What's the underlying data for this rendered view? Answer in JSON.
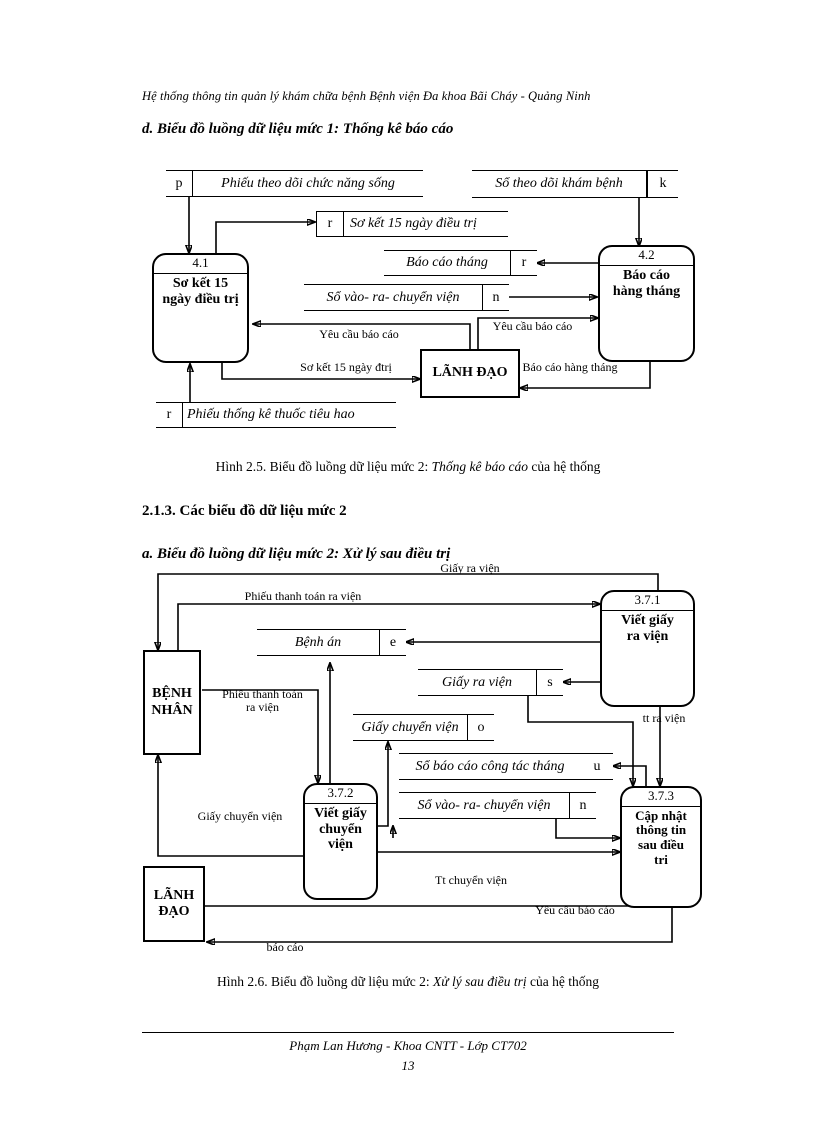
{
  "running_head": "Hệ thống thông tin quản lý khám chữa bệnh Bệnh viện Đa khoa Bãi Cháy - Quảng Ninh",
  "headings": {
    "d_section": "d. Biểu đồ luồng dữ liệu mức 1: Thống kê báo cáo",
    "section_213": "2.1.3. Các biểu đồ dữ liệu mức 2",
    "a_section": "a. Biểu đồ luồng dữ liệu mức 2: Xử lý sau điều trị"
  },
  "captions": {
    "fig25_pre": "Hình 2.5. Biểu đồ luồng dữ liệu mức 2: ",
    "fig25_italic": "Thống kê báo cáo",
    "fig25_post": " của hệ thống",
    "fig26_pre": "Hình 2.6. Biểu đồ luồng dữ liệu mức 2: ",
    "fig26_italic": "Xử lý sau điều trị",
    "fig26_post": " của hệ thống"
  },
  "footer": {
    "author_line": "Phạm Lan Hương - Khoa CNTT - Lớp CT702",
    "page_number": "13"
  },
  "diagram1": {
    "title": "Biểu đồ luồng dữ liệu mức 1: Thống kê báo cáo",
    "processes": [
      {
        "id": "4.1",
        "name": "Sơ kết 15\nngày điều trị"
      },
      {
        "id": "4.2",
        "name": "Báo cáo\nhàng tháng"
      }
    ],
    "entities": [
      {
        "name": "LÃNH ĐẠO"
      }
    ],
    "stores": [
      {
        "tag": "p",
        "label": "Phiếu theo dõi chức năng sống",
        "tag_side": "left"
      },
      {
        "tag": "k",
        "label": "Sổ theo dõi khám bệnh",
        "tag_side": "right"
      },
      {
        "tag": "r",
        "label": "Sơ kết 15 ngày điều trị",
        "tag_side": "left"
      },
      {
        "tag": "r",
        "label": "Báo cáo tháng",
        "tag_side": "right"
      },
      {
        "tag": "n",
        "label": "Sổ vào- ra- chuyển viện",
        "tag_side": "right"
      },
      {
        "tag": "r",
        "label": "Phiếu thống kê thuốc tiêu hao",
        "tag_side": "left"
      }
    ],
    "flows": [
      {
        "label": "Yêu cầu báo cáo"
      },
      {
        "label": "Yêu cầu báo cáo"
      },
      {
        "label": "Sơ kết 15 ngày đtrị"
      },
      {
        "label": "Báo cáo hàng tháng"
      }
    ]
  },
  "diagram2": {
    "title": "Biểu đồ luồng dữ liệu mức 2: Xử lý sau điều trị",
    "processes": [
      {
        "id": "3.7.1",
        "name": "Viết giấy\nra viện"
      },
      {
        "id": "3.7.2",
        "name": "Viết giấy\nchuyển\nviện"
      },
      {
        "id": "3.7.3",
        "name": "Cập nhật\nthông tin\nsau điều\ntri"
      }
    ],
    "entities": [
      {
        "name": "BỆNH\nNHÂN"
      },
      {
        "name": "LÃNH\nĐẠO"
      }
    ],
    "stores": [
      {
        "tag": "e",
        "label": "Bệnh án",
        "tag_side": "right"
      },
      {
        "tag": "s",
        "label": "Giấy ra  viện",
        "tag_side": "right"
      },
      {
        "tag": "o",
        "label": "Giấy chuyển viện",
        "tag_side": "right"
      },
      {
        "tag": "u",
        "label": "Sổ báo cáo công tác tháng",
        "tag_side": "right"
      },
      {
        "tag": "n",
        "label": "Sổ vào- ra- chuyển viện",
        "tag_side": "right"
      }
    ],
    "flows": [
      {
        "label": "Giấy ra viện"
      },
      {
        "label": "Phiếu thanh toán ra viện"
      },
      {
        "label": "Phiếu thanh toán\nra viện"
      },
      {
        "label": "tt ra viện"
      },
      {
        "label": "Giấy chuyển viện"
      },
      {
        "label": "Tt chuyển viện"
      },
      {
        "label": "Yêu cầu báo cáo"
      },
      {
        "label": "báo cáo"
      }
    ]
  }
}
